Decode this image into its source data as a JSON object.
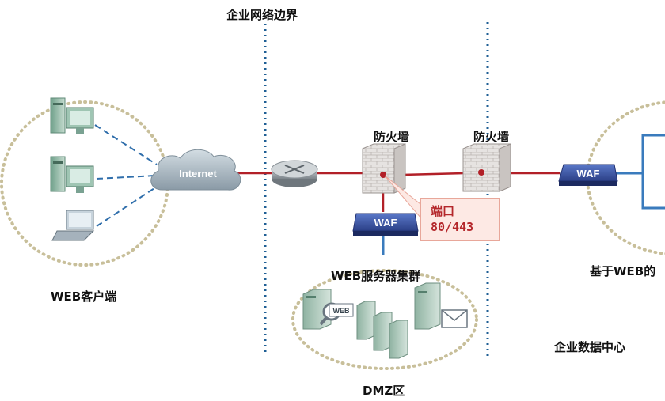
{
  "labels": {
    "boundary": "企业网络边界",
    "firewall_1": "防火墙",
    "firewall_2": "防火墙",
    "port_title": "端口",
    "port_value": "80/443",
    "waf_dmz": "WAF",
    "waf_dc": "WAF",
    "internet": "Internet",
    "web_clients": "WEB客户端",
    "web_cluster": "WEB服务器集群",
    "dmz": "DMZ区",
    "web_based": "基于WEB的",
    "datacenter": "企业数据中心",
    "web_tag": "WEB"
  },
  "colors": {
    "link_red": "#b22028",
    "link_blue": "#3a7bbd",
    "dashed_blue": "#2f6eab",
    "boundary_dotted": "#1f5f95",
    "zone_circle": "#c8bf9a",
    "callout_bg": "#fde9e4",
    "callout_text": "#b4272b"
  },
  "icons": [
    "desktop-pc-icon",
    "laptop-icon",
    "cloud-icon",
    "router-icon",
    "firewall-icon",
    "waf-appliance-icon",
    "server-icon",
    "mail-icon",
    "magnifier-icon"
  ]
}
